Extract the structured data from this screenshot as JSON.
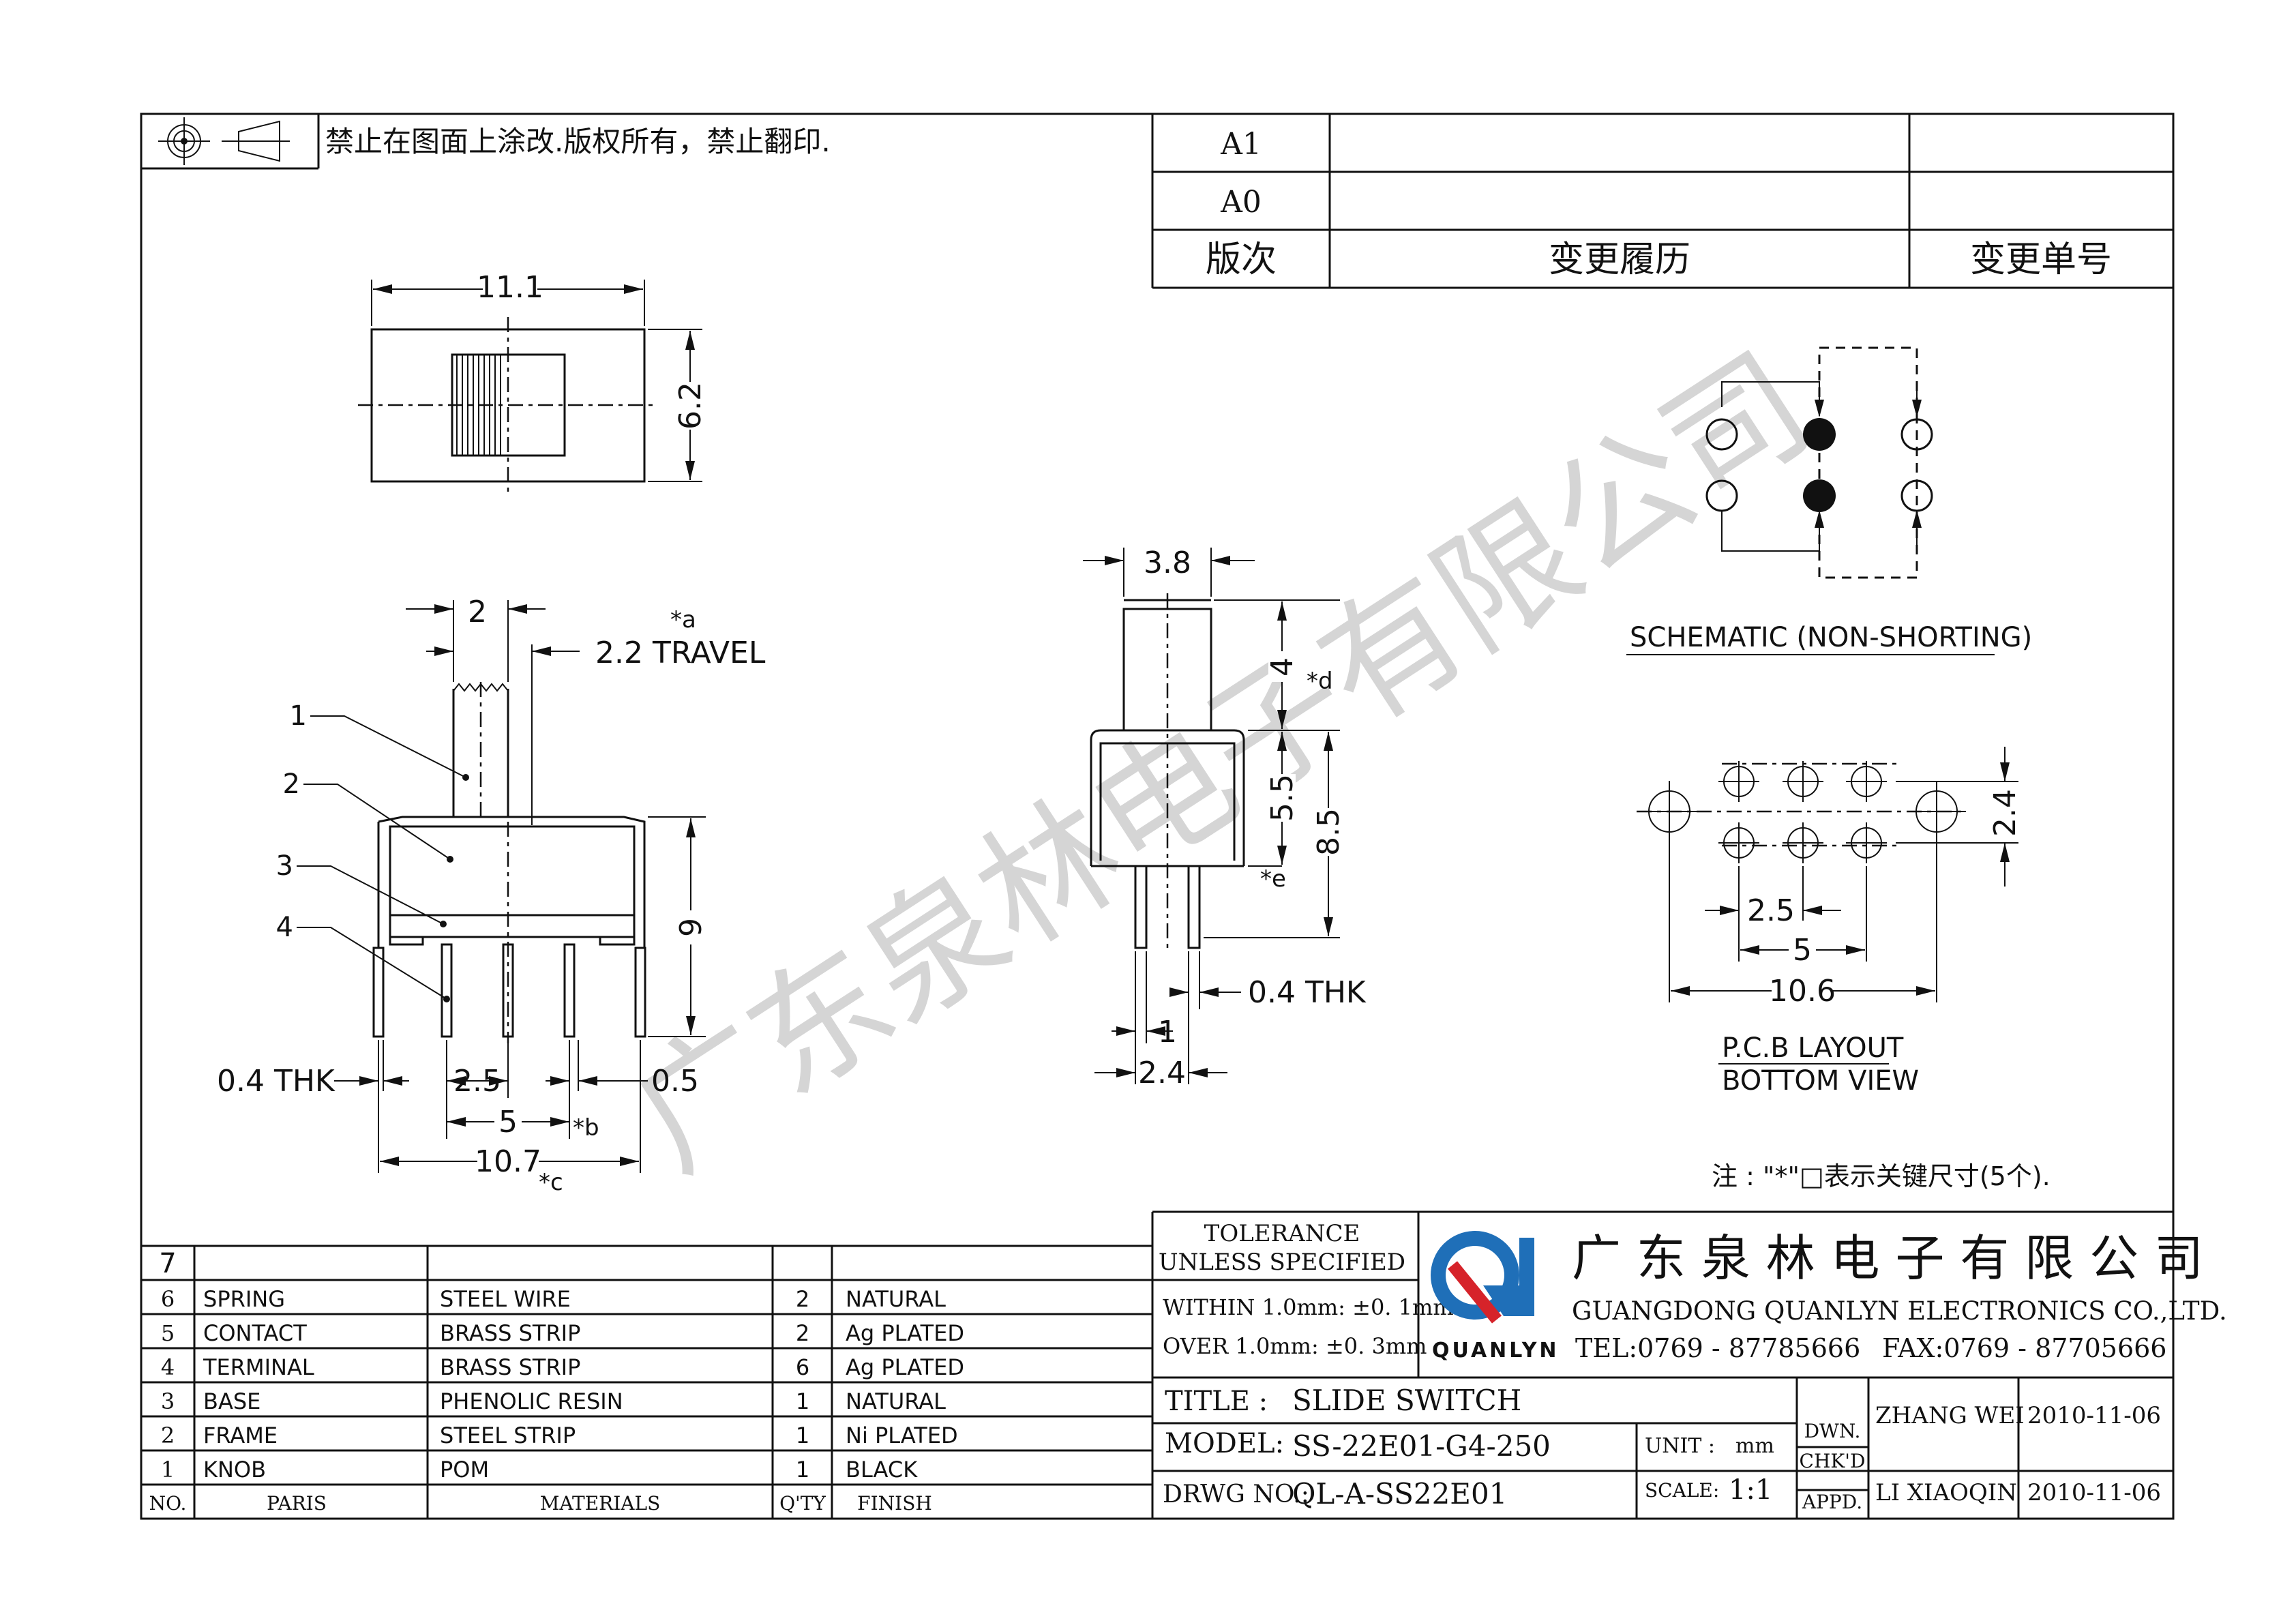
{
  "notice": "禁止在图面上涂改.版权所有，禁止翻印.",
  "revision_table": {
    "rows": [
      "A1",
      "A0"
    ],
    "header": {
      "rev": "版次",
      "history": "变更履历",
      "number": "变更单号"
    }
  },
  "dims_top": {
    "width": "11.1",
    "height": "6.2"
  },
  "dims_front": {
    "slot": "2",
    "star_a": "*a",
    "travel": "2.2  TRAVEL",
    "thk": "0.4  THK",
    "pitch": "2.5",
    "gap": "0.5",
    "span5": "5",
    "star_b": "*b",
    "total": "10.7",
    "star_c": "*c",
    "height": "9",
    "callouts": [
      "1",
      "2",
      "3",
      "4"
    ]
  },
  "dims_side": {
    "top": "3.8",
    "knob_h": "4",
    "star_d": "*d",
    "body_h": "5.5",
    "total_h": "8.5",
    "star_e": "*e",
    "thk": "0.4  THK",
    "pin": "1",
    "pitch": "2.4"
  },
  "schematic": {
    "caption": "SCHEMATIC (NON-SHORTING)"
  },
  "pcb": {
    "pitch": "2.5",
    "span": "5",
    "total": "10.6",
    "row": "2.4",
    "caption_1": "P.C.B  LAYOUT",
    "caption_2": "BOTTOM  VIEW"
  },
  "note": "注 : \"*\"□表示关键尺寸(5个).",
  "watermark": "广东泉林电子有限公司",
  "bom": {
    "top_row": "7",
    "rows": [
      {
        "no": "6",
        "part": "SPRING",
        "material": "STEEL  WIRE",
        "qty": "2",
        "finish": "NATURAL"
      },
      {
        "no": "5",
        "part": "CONTACT",
        "material": "BRASS  STRIP",
        "qty": "2",
        "finish": "Ag  PLATED"
      },
      {
        "no": "4",
        "part": "TERMINAL",
        "material": "BRASS  STRIP",
        "qty": "6",
        "finish": "Ag  PLATED"
      },
      {
        "no": "3",
        "part": "BASE",
        "material": "PHENOLIC  RESIN",
        "qty": "1",
        "finish": "NATURAL"
      },
      {
        "no": "2",
        "part": "FRAME",
        "material": "STEEL  STRIP",
        "qty": "1",
        "finish": "Ni  PLATED"
      },
      {
        "no": "1",
        "part": "KNOB",
        "material": "POM",
        "qty": "1",
        "finish": "BLACK"
      }
    ],
    "header": {
      "no": "NO.",
      "part": "PARIS",
      "material": "MATERIALS",
      "qty": "Q'TY",
      "finish": "FINISH"
    }
  },
  "title_block": {
    "tolerance_1": "TOLERANCE",
    "tolerance_2": "UNLESS  SPECIFIED",
    "within": "WITHIN  1.0mm: ±0. 1mm",
    "over": "OVER  1.0mm:   ±0. 3mm",
    "logo_word": "QUANLYN",
    "company_cn": "广 东 泉 林 电 子 有 限 公 司",
    "company_en": "GUANGDONG  QUANLYN  ELECTRONICS  CO.,LTD.",
    "tel": "TEL:0769 - 87785666",
    "fax": "FAX:0769 - 87705666",
    "title_label": "TITLE :",
    "title_value": "SLIDE  SWITCH",
    "model_label": "MODEL:",
    "model_value": "SS-22E01-G4-250",
    "drwg_label": "DRWG  NO.:",
    "drwg_value": "QL-A-SS22E01",
    "unit_label": "UNIT :",
    "unit_value": "mm",
    "scale_label": "SCALE:",
    "scale_value": "1:1",
    "dwn_label": "DWN.",
    "chkd_label": "CHK'D",
    "appd_label": "APPD.",
    "dwn_name": "ZHANG  WEI",
    "dwn_date": "2010-11-06",
    "appd_name": "LI  XIAOQIN",
    "appd_date": "2010-11-06"
  },
  "colors": {
    "logo_blue": "#1f6fb8",
    "logo_red": "#d6232a",
    "ink": "#111111",
    "watermark": "#bfbfbf"
  }
}
